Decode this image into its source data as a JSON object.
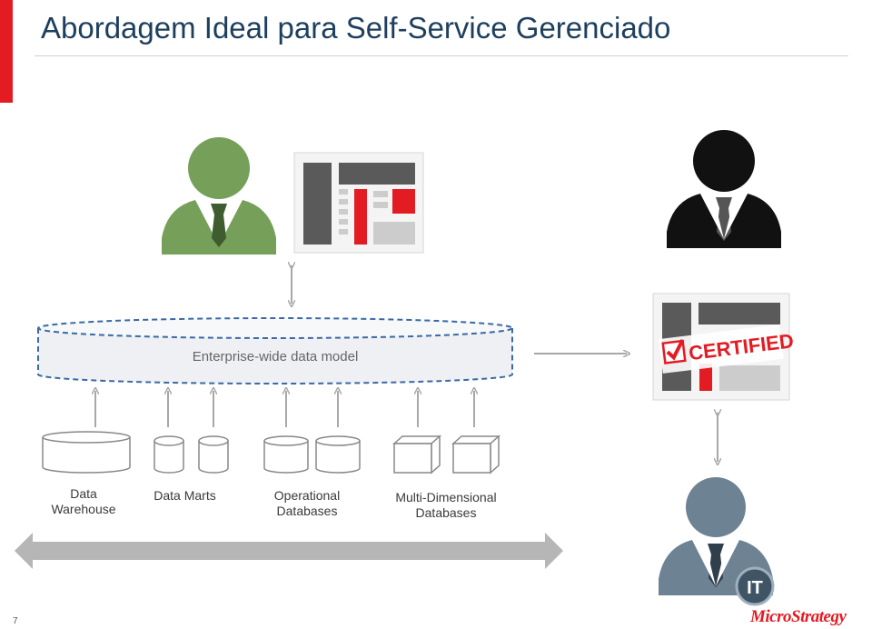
{
  "title": "Abordagem Ideal para Self-Service Gerenciado",
  "model_label": "Enterprise-wide data model",
  "sources": [
    {
      "line1": "Data",
      "line2": "Warehouse"
    },
    {
      "line1": "Data Marts",
      "line2": ""
    },
    {
      "line1": "Operational",
      "line2": "Databases"
    },
    {
      "line1": "Multi-Dimensional",
      "line2": "Databases"
    }
  ],
  "certified_stamp": "CERTIFIED",
  "it_badge": "IT",
  "page_number": "7",
  "logo": "MicroStrategy",
  "colors": {
    "accent_red": "#e31b23",
    "title_blue": "#1d3f5e",
    "business_user_green": "#76a05a",
    "it_user_slate": "#6d8293",
    "certified_user_black": "#111111"
  },
  "icons": [
    "business-user-icon",
    "dashboard-report-icon",
    "certified-user-icon",
    "certified-report-icon",
    "it-user-icon"
  ]
}
